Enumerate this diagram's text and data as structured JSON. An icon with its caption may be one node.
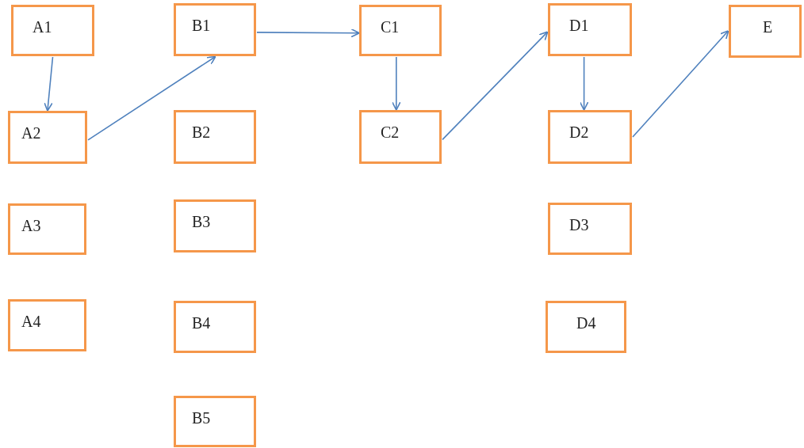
{
  "diagram": {
    "nodes": [
      {
        "text": [
          "A1"
        ]
      },
      {
        "text": [
          "A2"
        ]
      },
      {
        "text": [
          "A3"
        ]
      },
      {
        "text": [
          "A4"
        ]
      },
      {
        "text": [
          "B1"
        ]
      },
      {
        "text": [
          "B2"
        ]
      },
      {
        "text": [
          "B3"
        ]
      },
      {
        "text": [
          "B4"
        ]
      },
      {
        "text": [
          "B5"
        ]
      },
      {
        "text": [
          "C1"
        ]
      },
      {
        "text": [
          "C2"
        ]
      },
      {
        "text": [
          "D1"
        ]
      },
      {
        "text": [
          "D2"
        ]
      },
      {
        "text": [
          "D3"
        ]
      },
      {
        "text": [
          "D4"
        ]
      },
      {
        "text": [
          "E"
        ]
      }
    ],
    "edges": [
      {
        "from": 0,
        "to": 1,
        "arrow": "to"
      },
      {
        "from": 1,
        "to": 4,
        "arrow": "to"
      },
      {
        "from": 4,
        "to": 9,
        "arrow": "to"
      },
      {
        "from": 9,
        "to": 10,
        "arrow": "to"
      },
      {
        "from": 10,
        "to": 11,
        "arrow": "to"
      },
      {
        "from": 11,
        "to": 12,
        "arrow": "to"
      },
      {
        "from": 12,
        "to": 15,
        "arrow": "to"
      }
    ]
  }
}
